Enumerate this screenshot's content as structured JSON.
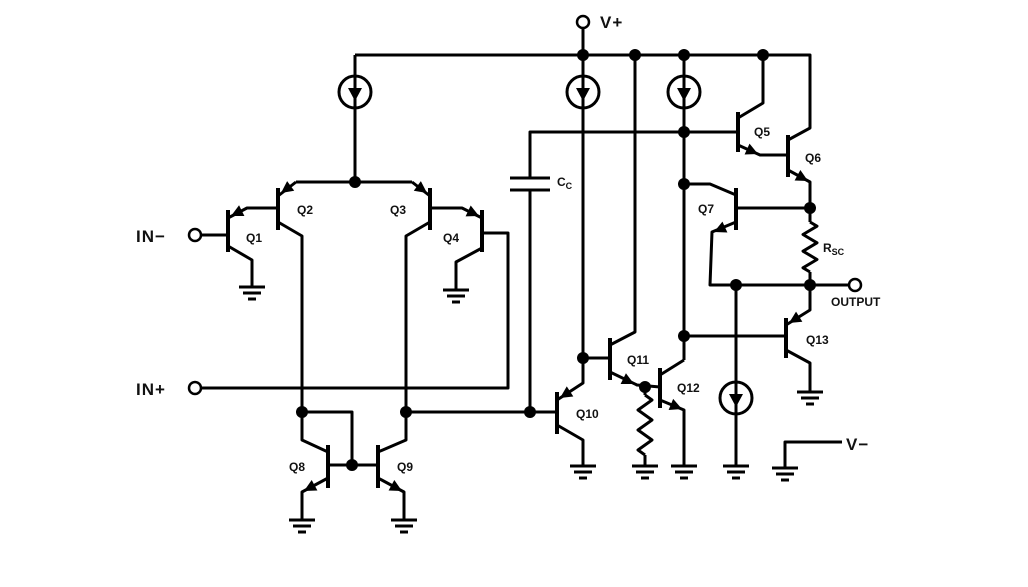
{
  "supply": {
    "positive": "V+",
    "negative": "V−"
  },
  "inputs": {
    "inverting": "IN−",
    "non_inverting": "IN+"
  },
  "output": "OUTPUT",
  "transistors": [
    "Q1",
    "Q2",
    "Q3",
    "Q4",
    "Q5",
    "Q6",
    "Q7",
    "Q8",
    "Q9",
    "Q10",
    "Q11",
    "Q12",
    "Q13"
  ],
  "capacitor": {
    "name": "C",
    "subscript": "C"
  },
  "resistor": {
    "name": "R",
    "subscript": "SC"
  },
  "colors": {
    "ink": "#000000",
    "background": "#ffffff"
  }
}
